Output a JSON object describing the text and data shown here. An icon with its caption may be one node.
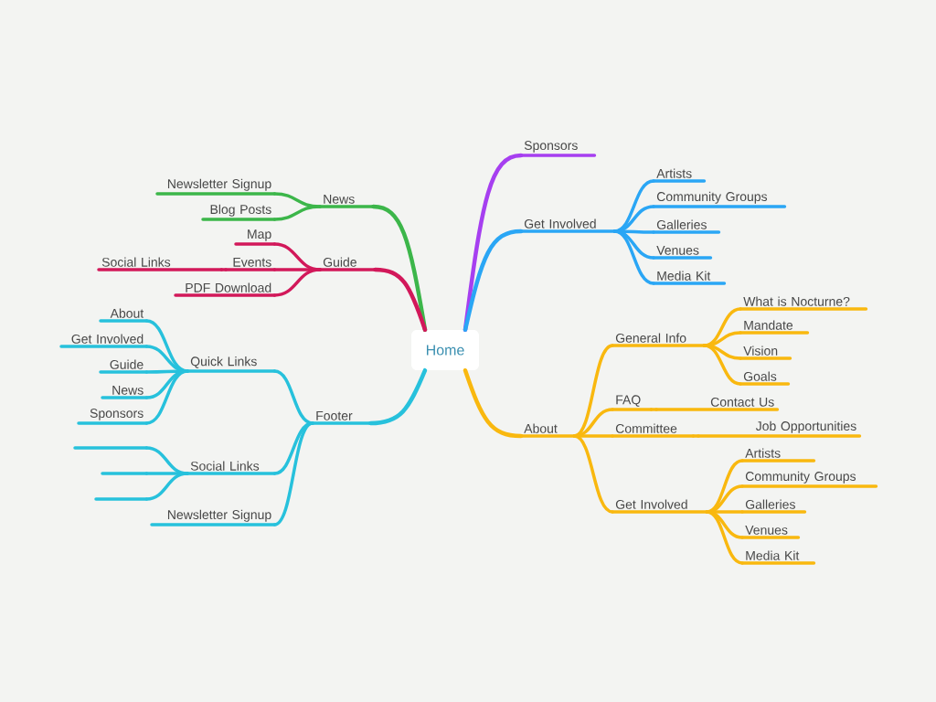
{
  "diagram": {
    "nodes": [
      {
        "text": [
          "Home"
        ]
      },
      {
        "text": [
          "Sponsors"
        ]
      },
      {
        "text": [
          "Get Involved"
        ]
      },
      {
        "text": [
          "Artists"
        ]
      },
      {
        "text": [
          "Community Groups"
        ]
      },
      {
        "text": [
          "Galleries"
        ]
      },
      {
        "text": [
          "Venues"
        ]
      },
      {
        "text": [
          "Media Kit"
        ]
      },
      {
        "text": [
          "About"
        ]
      },
      {
        "text": [
          "General Info"
        ]
      },
      {
        "text": [
          "What is Nocturne?"
        ]
      },
      {
        "text": [
          "Mandate"
        ]
      },
      {
        "text": [
          "Vision"
        ]
      },
      {
        "text": [
          "Goals"
        ]
      },
      {
        "text": [
          "FAQ"
        ]
      },
      {
        "text": [
          "Contact Us"
        ]
      },
      {
        "text": [
          "Committee"
        ]
      },
      {
        "text": [
          "Job Opportunities"
        ]
      },
      {
        "text": [
          "Get Involved"
        ]
      },
      {
        "text": [
          "Artists"
        ]
      },
      {
        "text": [
          "Community Groups"
        ]
      },
      {
        "text": [
          "Galleries"
        ]
      },
      {
        "text": [
          "Venues"
        ]
      },
      {
        "text": [
          "Media Kit"
        ]
      },
      {
        "text": [
          "News"
        ]
      },
      {
        "text": [
          "Newsletter Signup"
        ]
      },
      {
        "text": [
          "Blog Posts"
        ]
      },
      {
        "text": [
          "Guide"
        ]
      },
      {
        "text": [
          "Map"
        ]
      },
      {
        "text": [
          "Events"
        ]
      },
      {
        "text": [
          "Social Links"
        ]
      },
      {
        "text": [
          "PDF Download"
        ]
      },
      {
        "text": [
          "Footer"
        ]
      },
      {
        "text": [
          "Quick Links"
        ]
      },
      {
        "text": [
          "About"
        ]
      },
      {
        "text": [
          "Get Involved"
        ]
      },
      {
        "text": [
          "Guide"
        ]
      },
      {
        "text": [
          "News"
        ]
      },
      {
        "text": [
          "Sponsors"
        ]
      },
      {
        "text": [
          "Social Links"
        ]
      },
      {
        "text": [],
        "shape": "bar"
      },
      {
        "text": [],
        "shape": "bar"
      },
      {
        "text": [],
        "shape": "bar"
      },
      {
        "text": [
          "Newsletter Signup"
        ]
      }
    ],
    "edges": [
      {
        "from": 0,
        "to": 1,
        "arrow": "none",
        "color": "#a63ff0"
      },
      {
        "from": 0,
        "to": 2,
        "arrow": "none",
        "color": "#2aa6f5"
      },
      {
        "from": 2,
        "to": 3,
        "arrow": "none",
        "color": "#2aa6f5"
      },
      {
        "from": 2,
        "to": 4,
        "arrow": "none",
        "color": "#2aa6f5"
      },
      {
        "from": 2,
        "to": 5,
        "arrow": "none",
        "color": "#2aa6f5"
      },
      {
        "from": 2,
        "to": 6,
        "arrow": "none",
        "color": "#2aa6f5"
      },
      {
        "from": 2,
        "to": 7,
        "arrow": "none",
        "color": "#2aa6f5"
      },
      {
        "from": 0,
        "to": 8,
        "arrow": "none"
      },
      {
        "from": 8,
        "to": 9,
        "arrow": "none"
      },
      {
        "from": 9,
        "to": 10,
        "arrow": "none"
      },
      {
        "from": 9,
        "to": 11,
        "arrow": "none"
      },
      {
        "from": 9,
        "to": 12,
        "arrow": "none"
      },
      {
        "from": 9,
        "to": 13,
        "arrow": "none"
      },
      {
        "from": 8,
        "to": 14,
        "arrow": "none"
      },
      {
        "from": 14,
        "to": 15,
        "arrow": "none"
      },
      {
        "from": 8,
        "to": 16,
        "arrow": "none"
      },
      {
        "from": 16,
        "to": 17,
        "arrow": "none"
      },
      {
        "from": 8,
        "to": 18,
        "arrow": "none"
      },
      {
        "from": 18,
        "to": 19,
        "arrow": "none"
      },
      {
        "from": 18,
        "to": 20,
        "arrow": "none"
      },
      {
        "from": 18,
        "to": 21,
        "arrow": "none"
      },
      {
        "from": 18,
        "to": 22,
        "arrow": "none"
      },
      {
        "from": 18,
        "to": 23,
        "arrow": "none"
      },
      {
        "from": 0,
        "to": 24,
        "arrow": "none",
        "color": "#3cb64a"
      },
      {
        "from": 24,
        "to": 25,
        "arrow": "none",
        "color": "#3cb64a"
      },
      {
        "from": 24,
        "to": 26,
        "arrow": "none",
        "color": "#3cb64a"
      },
      {
        "from": 0,
        "to": 27,
        "arrow": "none",
        "color": "#d2185a"
      },
      {
        "from": 27,
        "to": 28,
        "arrow": "none",
        "color": "#d2185a"
      },
      {
        "from": 27,
        "to": 29,
        "arrow": "none",
        "color": "#d2185a"
      },
      {
        "from": 29,
        "to": 30,
        "arrow": "none",
        "color": "#d2185a"
      },
      {
        "from": 27,
        "to": 31,
        "arrow": "none",
        "color": "#d2185a"
      },
      {
        "from": 0,
        "to": 32,
        "arrow": "none",
        "color": "#27c1dc"
      },
      {
        "from": 32,
        "to": 33,
        "arrow": "none",
        "color": "#27c1dc"
      },
      {
        "from": 33,
        "to": 34,
        "arrow": "none",
        "color": "#27c1dc"
      },
      {
        "from": 33,
        "to": 35,
        "arrow": "none",
        "color": "#27c1dc"
      },
      {
        "from": 33,
        "to": 36,
        "arrow": "none",
        "color": "#27c1dc"
      },
      {
        "from": 33,
        "to": 37,
        "arrow": "none",
        "color": "#27c1dc"
      },
      {
        "from": 33,
        "to": 38,
        "arrow": "none",
        "color": "#27c1dc"
      },
      {
        "from": 32,
        "to": 39,
        "arrow": "none",
        "color": "#27c1dc"
      },
      {
        "from": 39,
        "to": 40,
        "arrow": "none",
        "color": "#27c1dc"
      },
      {
        "from": 39,
        "to": 41,
        "arrow": "none",
        "color": "#27c1dc"
      },
      {
        "from": 39,
        "to": 42,
        "arrow": "none",
        "color": "#27c1dc"
      },
      {
        "from": 32,
        "to": 43,
        "arrow": "none",
        "color": "#27c1dc"
      }
    ]
  }
}
